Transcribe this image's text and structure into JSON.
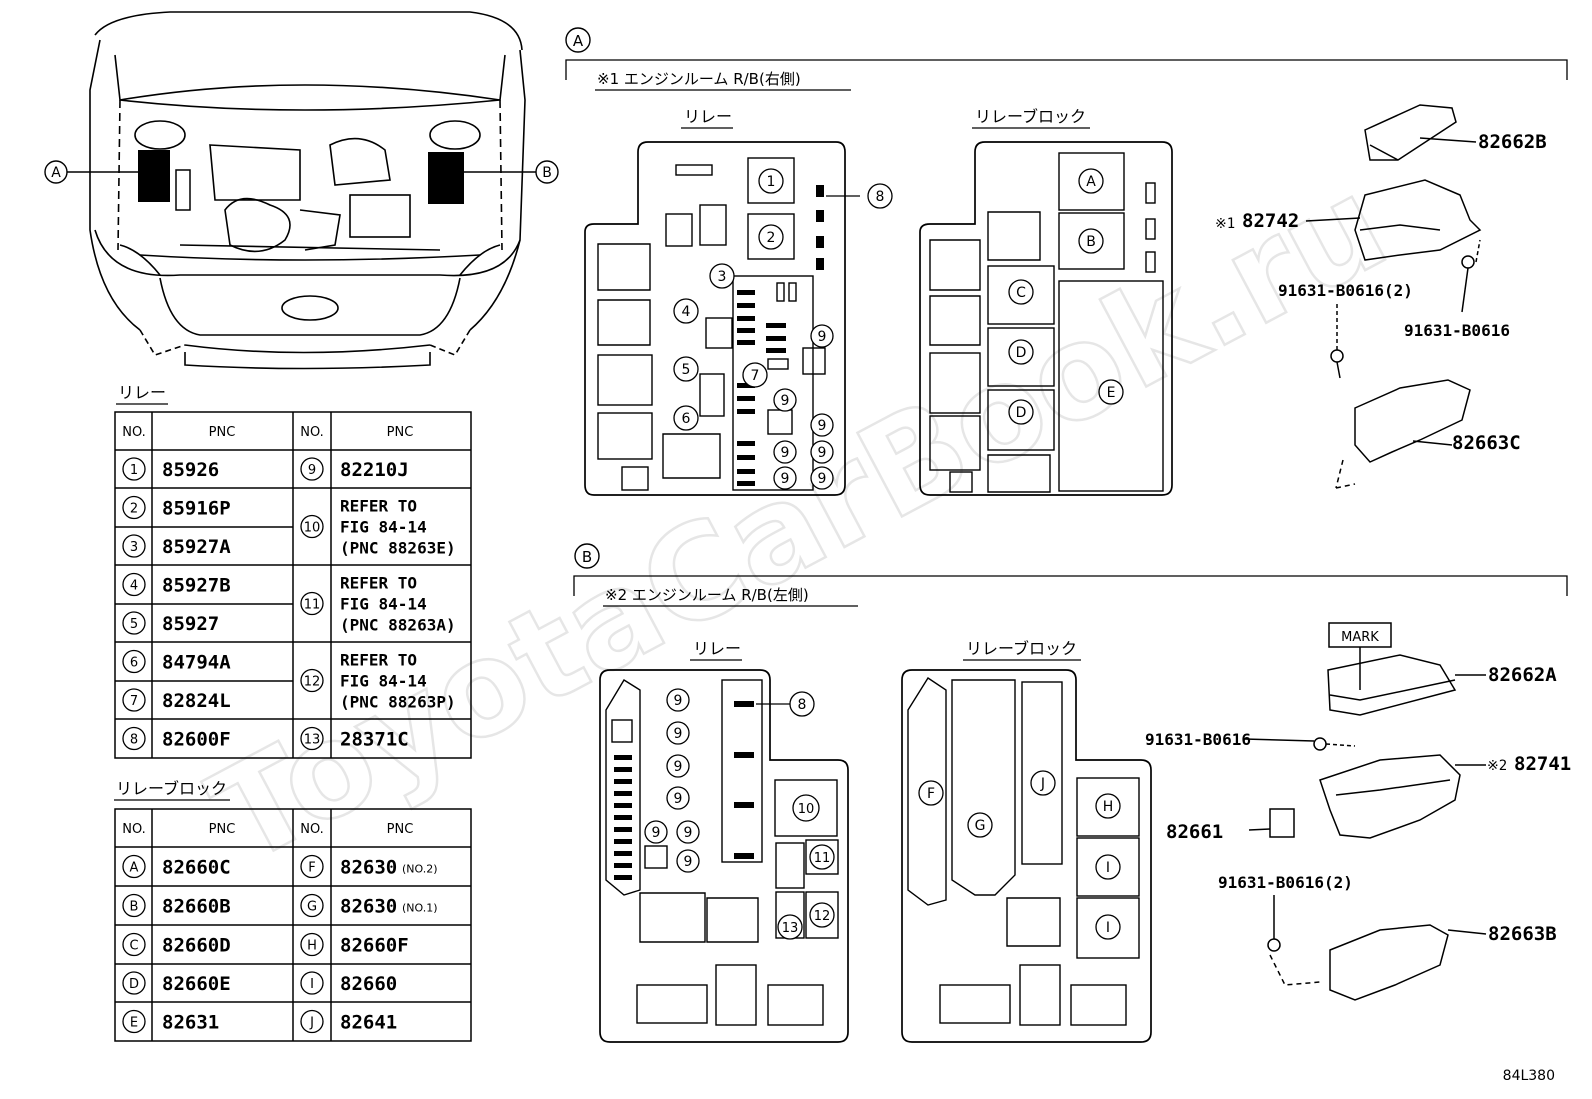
{
  "sections": {
    "a_marker": "A",
    "b_marker": "B",
    "a_header": "※1 エンジンルーム R/B(右側)",
    "b_header": "※2 エンジンルーム R/B(左側)",
    "relay_label": "リレー",
    "relay_block_label": "リレーブロック"
  },
  "engine_view": {
    "callout_a": "A",
    "callout_b": "B"
  },
  "relay_table": {
    "title": "リレー",
    "col_no": "NO.",
    "col_pnc": "PNC",
    "left_rows": [
      {
        "no": "1",
        "pnc": "85926"
      },
      {
        "no": "2",
        "pnc": "85916P"
      },
      {
        "no": "3",
        "pnc": "85927A"
      },
      {
        "no": "4",
        "pnc": "85927B"
      },
      {
        "no": "5",
        "pnc": "85927"
      },
      {
        "no": "6",
        "pnc": "84794A"
      },
      {
        "no": "7",
        "pnc": "82824L"
      },
      {
        "no": "8",
        "pnc": "82600F"
      }
    ],
    "right_rows": [
      {
        "no": "9",
        "lines": [
          "82210J"
        ]
      },
      {
        "no": "10",
        "lines": [
          "REFER TO",
          "FIG 84-14",
          "(PNC 88263E)"
        ]
      },
      {
        "no": "11",
        "lines": [
          "REFER TO",
          "FIG 84-14",
          "(PNC 88263A)"
        ]
      },
      {
        "no": "12",
        "lines": [
          "REFER TO",
          "FIG 84-14",
          "(PNC 88263P)"
        ]
      },
      {
        "no": "13",
        "lines": [
          "28371C"
        ]
      }
    ]
  },
  "relay_block_table": {
    "title": "リレーブロック",
    "col_no": "NO.",
    "col_pnc": "PNC",
    "left_rows": [
      {
        "no": "A",
        "pnc": "82660C"
      },
      {
        "no": "B",
        "pnc": "82660B"
      },
      {
        "no": "C",
        "pnc": "82660D"
      },
      {
        "no": "D",
        "pnc": "82660E"
      },
      {
        "no": "E",
        "pnc": "82631"
      }
    ],
    "right_rows": [
      {
        "no": "F",
        "pnc": "82630",
        "note": "(NO.2)"
      },
      {
        "no": "G",
        "pnc": "82630",
        "note": "(NO.1)"
      },
      {
        "no": "H",
        "pnc": "82660F",
        "note": ""
      },
      {
        "no": "I",
        "pnc": "82660",
        "note": ""
      },
      {
        "no": "J",
        "pnc": "82641",
        "note": ""
      }
    ]
  },
  "relay_a_badges": {
    "b1": "1",
    "b2": "2",
    "b3": "3",
    "b4": "4",
    "b5": "5",
    "b6": "6",
    "b7": "7",
    "b8": "8",
    "b9a": "9",
    "b9b": "9",
    "b9c": "9",
    "b9d": "9",
    "b9e": "9",
    "b9f": "9",
    "b9g": "9"
  },
  "block_a_badges": {
    "a": "A",
    "b": "B",
    "c": "C",
    "d1": "D",
    "d2": "D",
    "e": "E"
  },
  "relay_b_badges": {
    "n9a": "9",
    "n9b": "9",
    "n9c": "9",
    "n9d": "9",
    "n9e": "9",
    "n9f": "9",
    "n9g": "9",
    "n8": "8",
    "n10": "10",
    "n11": "11",
    "n12": "12",
    "n13": "13"
  },
  "block_b_badges": {
    "f": "F",
    "g": "G",
    "h": "H",
    "i1": "I",
    "i2": "I",
    "j": "J"
  },
  "parts_a": {
    "cover": "82662B",
    "box_mark": "※1",
    "box": "82742",
    "bolt_pair": "91631-B0616(2)",
    "bolt": "91631-B0616",
    "lower": "82663C"
  },
  "parts_b": {
    "mark_label": "MARK",
    "cover": "82662A",
    "bolt": "91631-B0616",
    "box_mark": "※2",
    "box": "82741",
    "relay": "82661",
    "bolt_pair": "91631-B0616(2)",
    "lower": "82663B"
  },
  "figure_id": "84L380",
  "watermark": "ToyotaCarBook.ru"
}
